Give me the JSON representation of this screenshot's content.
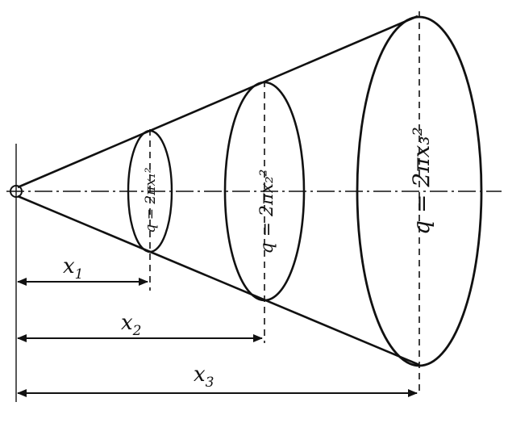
{
  "colors": {
    "ink": "#111111",
    "background": "#ffffff"
  },
  "sections": [
    {
      "id": "1",
      "equation": "q = 2πx₁²"
    },
    {
      "id": "2",
      "equation": "q = 2πx₂²"
    },
    {
      "id": "3",
      "equation": "q = 2πx₃²"
    }
  ],
  "dimensions": [
    {
      "letter": "x",
      "sub": "1"
    },
    {
      "letter": "x",
      "sub": "2"
    },
    {
      "letter": "x",
      "sub": "3"
    }
  ]
}
